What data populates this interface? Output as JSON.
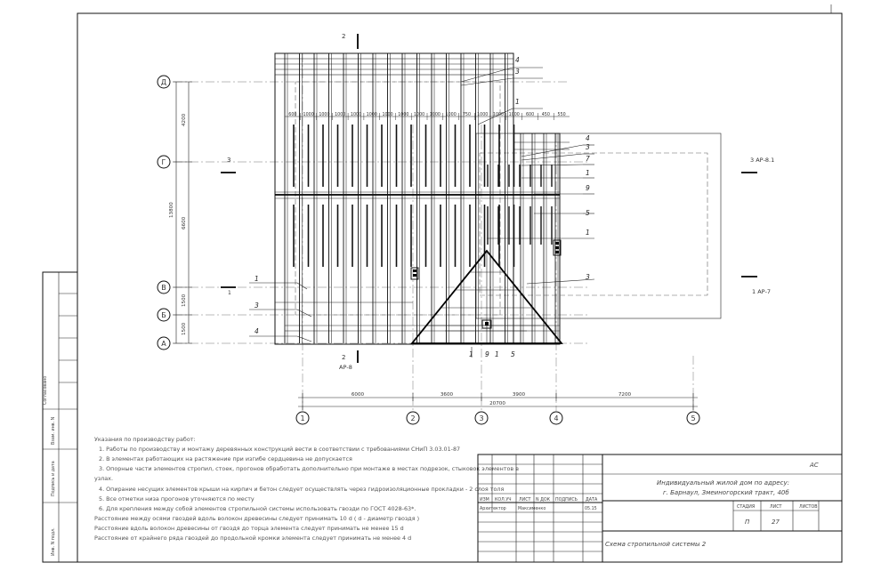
{
  "axes": {
    "letters": [
      "Д",
      "Г",
      "В",
      "Б",
      "А"
    ],
    "numbers": [
      "1",
      "2",
      "3",
      "4",
      "5"
    ]
  },
  "dims": {
    "top_spacing": [
      "600",
      "1000",
      "1000",
      "1000",
      "1000",
      "1000",
      "1000",
      "1000",
      "1000",
      "1000",
      "1000",
      "750",
      "1000",
      "1000",
      "1000",
      "600",
      "450",
      "550"
    ],
    "left_vertical": [
      "4200",
      "6600",
      "1500",
      "1500"
    ],
    "left_total": "13800",
    "bottom_spans": [
      "6000",
      "3600",
      "3900",
      "7200"
    ],
    "bottom_total": "20700"
  },
  "sections": {
    "top": "2",
    "left": "3",
    "bottom_num": "2",
    "bottom_ref": "АР-8",
    "right_upper": "3 АР-8.1",
    "right_lower": "1 АР-7",
    "left_small": "1"
  },
  "leaders": {
    "top_4": "4",
    "top_3": "3",
    "top_1": "1",
    "r_4": "4",
    "r_3": "3",
    "r_7": "7",
    "r_1": "1",
    "r_9": "9",
    "r_5": "5",
    "r_1b": "1",
    "r_3b": "3",
    "l_1": "1",
    "l_3": "3",
    "l_4": "4",
    "b_1": "1",
    "b_9": "9",
    "b_1b": "1",
    "b_5": "5"
  },
  "notes": {
    "title": "Указания по производству работ:",
    "items": [
      "1. Работы по производству и монтажу деревянных конструкций вести в соответствии с требованиями СНиП 3.03.01-87",
      "2. В элементах работающих на растяжение при изгибе сердцевина не допускается",
      "3. Опорные части элементов стропил, стоек, прогонов обработать дополнительно при монтаже в местах подрезок, стыковок элементов в",
      "узлах.",
      "4. Опирание несущих элементов крыши на кирпич и бетон следует осуществлять через гидроизоляционные прокладки - 2 слоя толя",
      "5. Все отметки низа прогонов уточняются по месту",
      "6. Для крепления между собой элементов стропильной системы использовать гвозди по ГОСТ 4028-63*."
    ],
    "extra": [
      "Расстояние между осями гвоздей вдоль волокон древесины следует принимать 10 d ( d - диаметр гвоздя )",
      "Расстояние вдоль волокон древесины от гвоздя до торца элемента следует принимать не менее 15 d",
      "Расстояние от крайнего ряда гвоздей до продольной кромки элемента следует принимать не менее 4 d"
    ]
  },
  "stamp": {
    "code": "АС",
    "object_line1": "Индивидуальный жилой дом по адресу:",
    "object_line2": "г. Барнаул, Змеиногорский тракт, 40б",
    "headers": [
      "ИЗМ",
      "КОЛ.УЧ",
      "ЛИСТ",
      "N ДОК",
      "ПОДПИСЬ",
      "ДАТА"
    ],
    "role": "Архитектор",
    "person": "Максименко",
    "date": "05.15",
    "stage_label": "СТАДИЯ",
    "sheet_label": "ЛИСТ",
    "sheets_label": "ЛИСТОВ",
    "stage": "П",
    "sheet": "27",
    "drawing_title": "Схема стропильной системы 2"
  },
  "side_table": {
    "labels": [
      "Согласовано",
      "Взам. инв. N",
      "Подпись и дата",
      "Инв. N подл."
    ]
  }
}
